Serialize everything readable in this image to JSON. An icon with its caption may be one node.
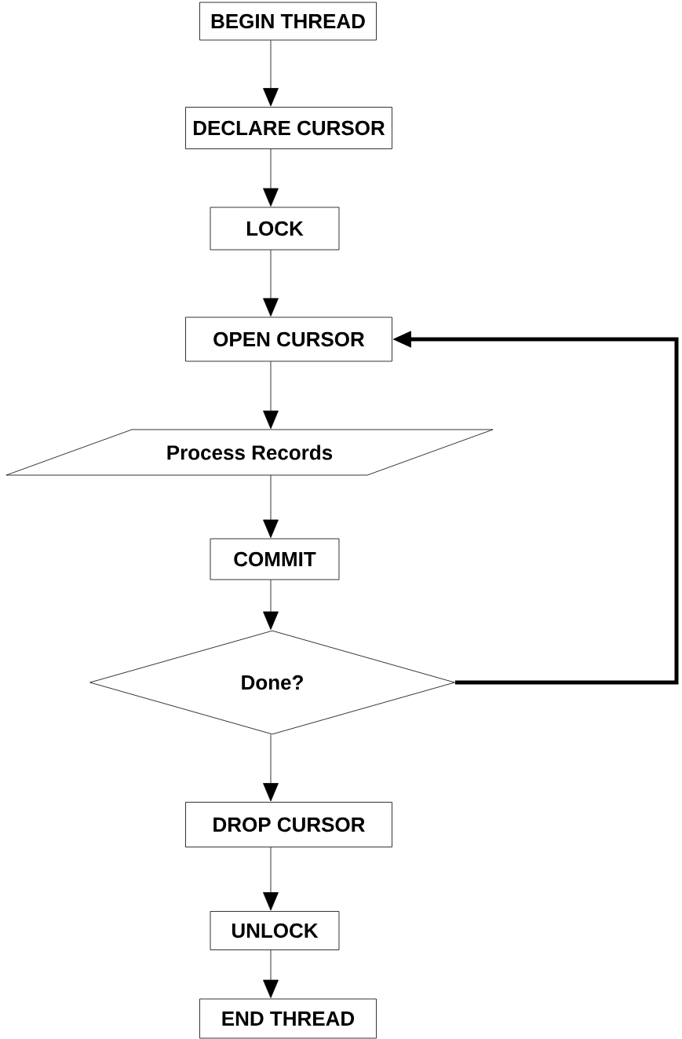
{
  "diagram": {
    "nodes": [
      {
        "text": [
          "BEGIN THREAD"
        ]
      },
      {
        "text": [
          "DECLARE CURSOR"
        ]
      },
      {
        "text": [
          "LOCK"
        ]
      },
      {
        "text": [
          "OPEN CURSOR"
        ]
      },
      {
        "text": [
          "Process Records"
        ]
      },
      {
        "text": [
          "COMMIT"
        ]
      },
      {
        "text": [
          "Done?"
        ]
      },
      {
        "text": [
          "DROP CURSOR"
        ]
      },
      {
        "text": [
          "UNLOCK"
        ]
      },
      {
        "text": [
          "END THREAD"
        ]
      }
    ],
    "edges": [
      {
        "from": 0,
        "to": 1,
        "arrow": "to"
      },
      {
        "from": 1,
        "to": 2,
        "arrow": "to"
      },
      {
        "from": 2,
        "to": 3,
        "arrow": "to"
      },
      {
        "from": 3,
        "to": 4,
        "arrow": "to"
      },
      {
        "from": 4,
        "to": 5,
        "arrow": "to"
      },
      {
        "from": 5,
        "to": 6,
        "arrow": "to"
      },
      {
        "from": 6,
        "to": 3,
        "arrow": "to",
        "style": "thick"
      },
      {
        "from": 6,
        "to": 7,
        "arrow": "to"
      },
      {
        "from": 7,
        "to": 8,
        "arrow": "to"
      },
      {
        "from": 8,
        "to": 9,
        "arrow": "to"
      }
    ]
  }
}
